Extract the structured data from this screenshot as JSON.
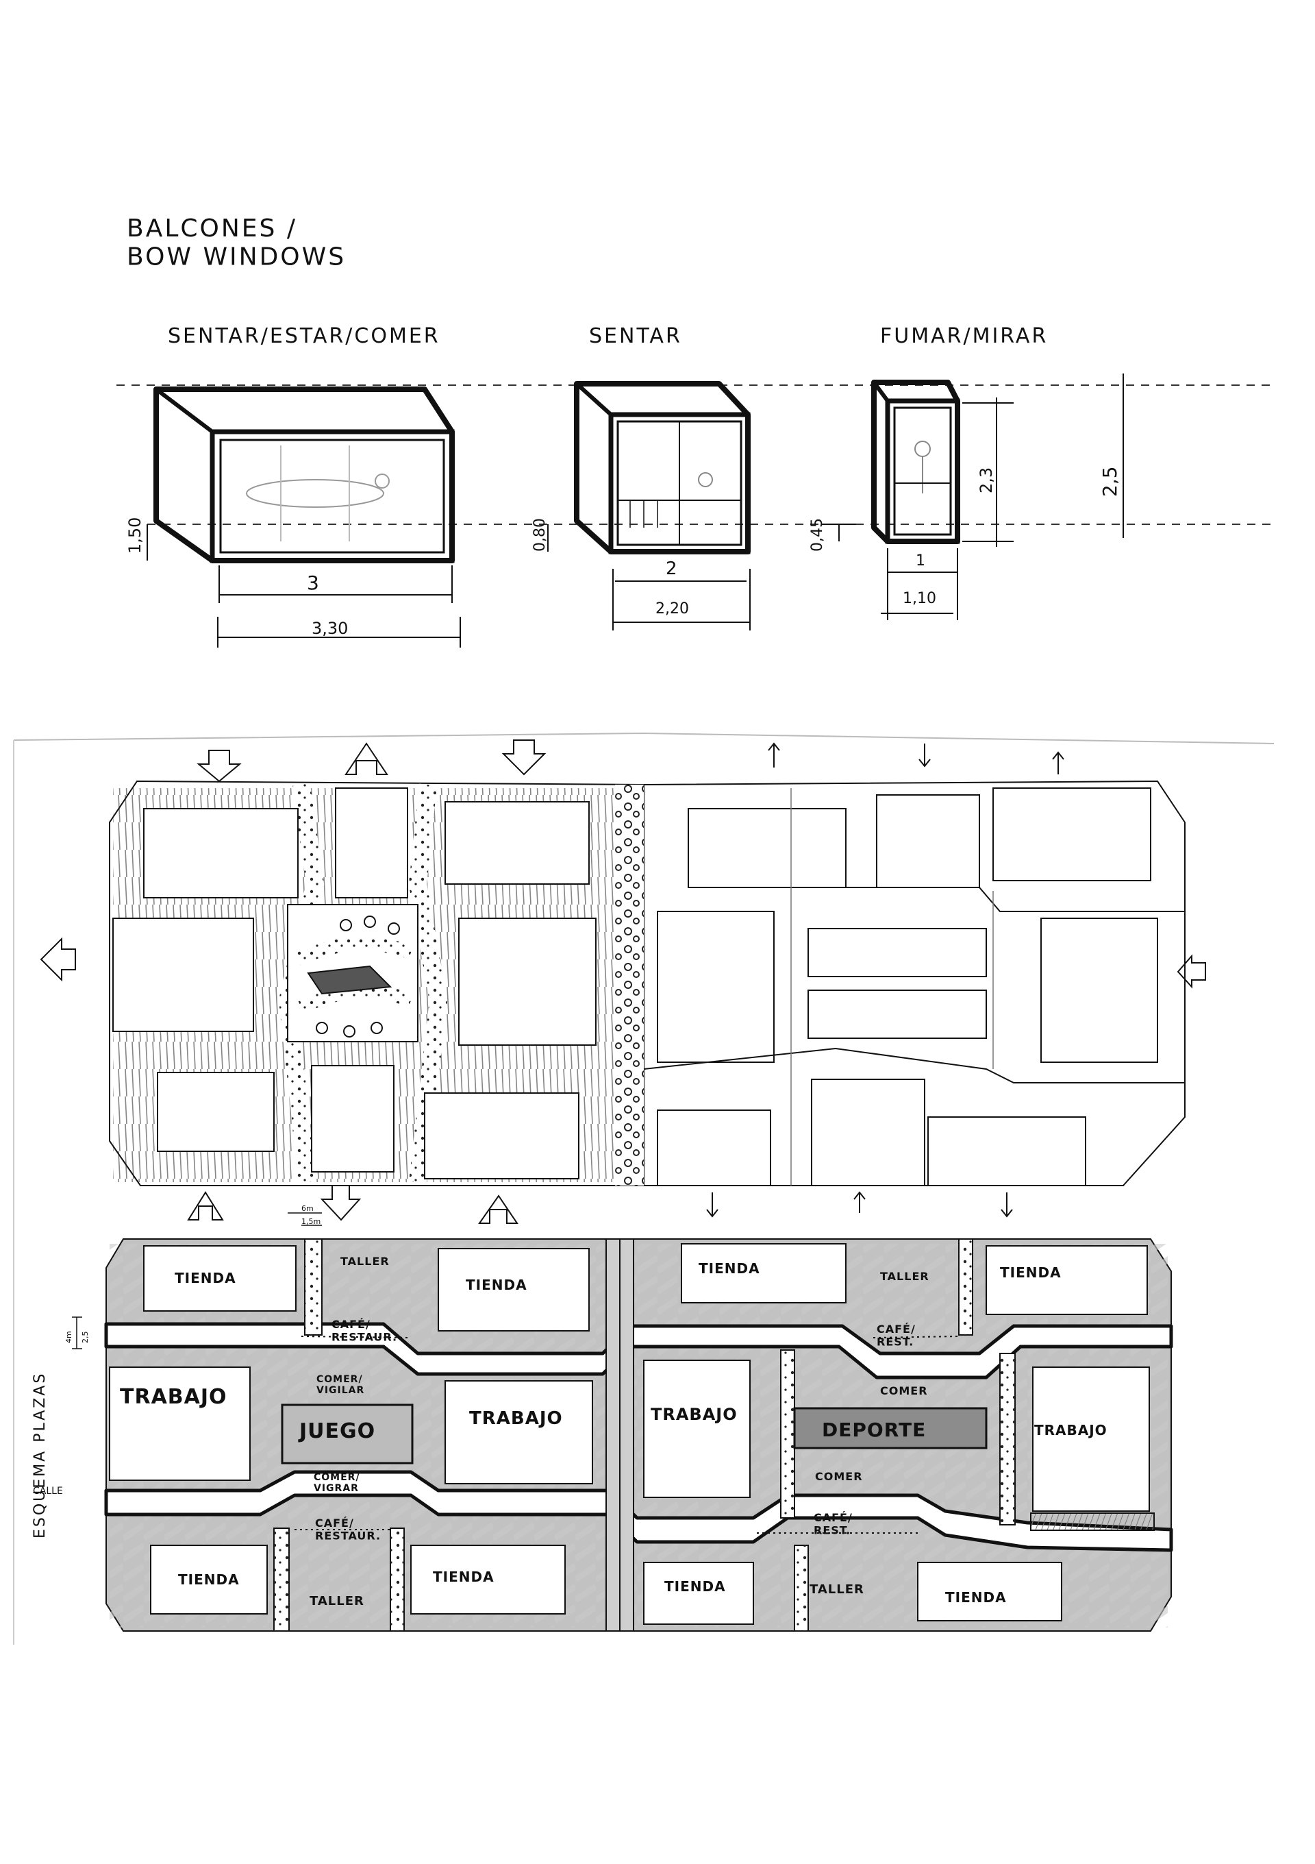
{
  "page_title": "BALCONES / BOW WINDOWS",
  "balconies": [
    {
      "use_label": "SENTAR/ESTAR/COMER",
      "height": "1,50",
      "inner_width": "3",
      "outer_width": "3,30"
    },
    {
      "use_label": "SENTAR",
      "height": "0,80",
      "inner_width": "2",
      "outer_width": "2,20"
    },
    {
      "use_label": "FUMAR/MIRAR",
      "height": "0,45",
      "inner_width": "1",
      "outer_width": "1,10",
      "box_height": "2,3",
      "total_height": "2,5"
    }
  ],
  "scheme": {
    "side_label": "ESQUEMA PLAZAS",
    "street_label": "CALLE",
    "dim_6m": "6m",
    "dim_15m": "1,5m",
    "dim_4m": "4m",
    "dim_25": "2,5",
    "blocks": {
      "tienda": "TIENDA",
      "taller": "TALLER",
      "cafe_restaur": "CAFÉ/ RESTAUR.",
      "cafe_rest": "CAFÉ/ REST.",
      "trabajo": "TRABAJO",
      "juego": "JUEGO",
      "comer_vigilar": "COMER/ VIGILAR",
      "comer_vigrar": "COMER/ VIGRAR",
      "comer": "COMER",
      "deporte": "DEPORTE"
    }
  },
  "colors": {
    "ink": "#111111",
    "paper": "#ffffff",
    "marker_gray": "#b9b9b9",
    "dark_marker": "#8c8c8c",
    "light_line": "#9a9a9a"
  }
}
